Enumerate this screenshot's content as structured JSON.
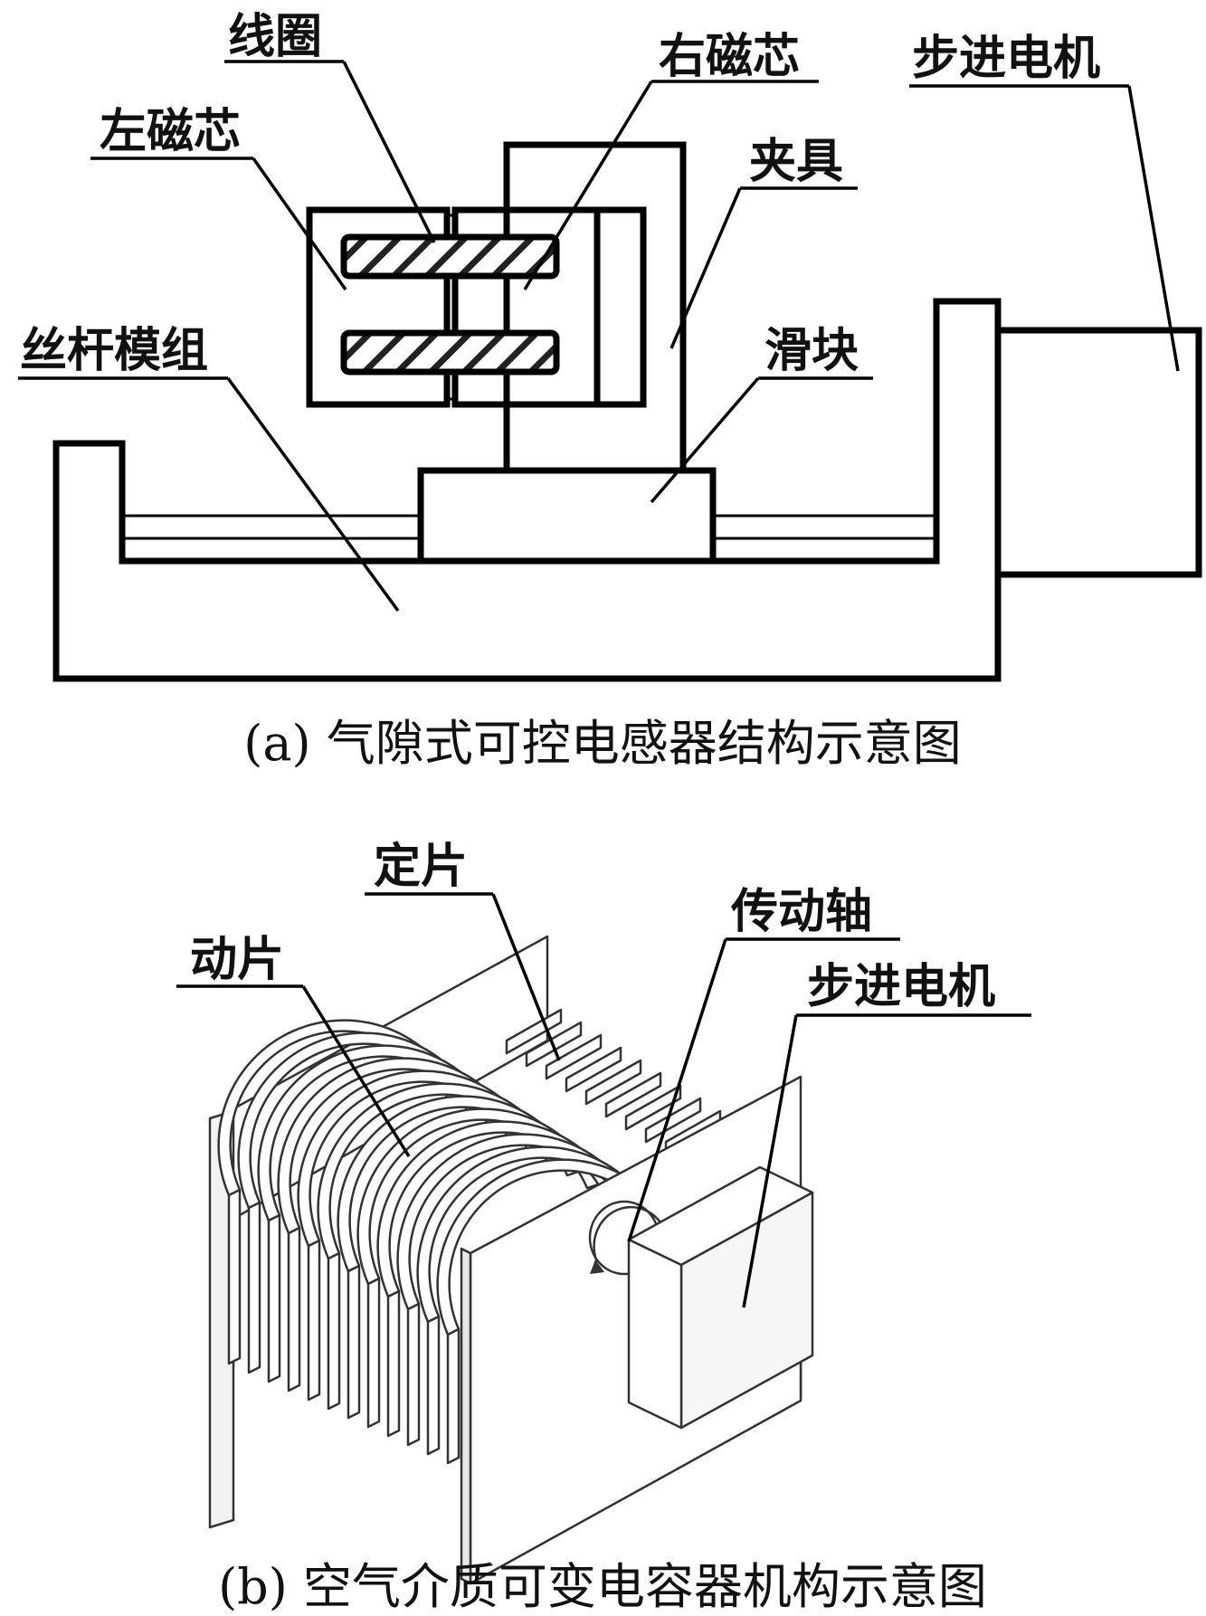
{
  "diagram_a": {
    "labels": {
      "coil": "线圈",
      "right_core": "右磁芯",
      "left_core": "左磁芯",
      "stepper_motor": "步进电机",
      "fixture": "夹具",
      "lead_screw_module": "丝杆模组",
      "slider": "滑块"
    },
    "caption": "(a) 气隙式可控电感器结构示意图"
  },
  "diagram_b": {
    "labels": {
      "fixed_plates": "定片",
      "moving_plates": "动片",
      "drive_shaft": "传动轴",
      "stepper_motor": "步进电机"
    },
    "caption": "(b) 空气介质可变电容器机构示意图"
  }
}
